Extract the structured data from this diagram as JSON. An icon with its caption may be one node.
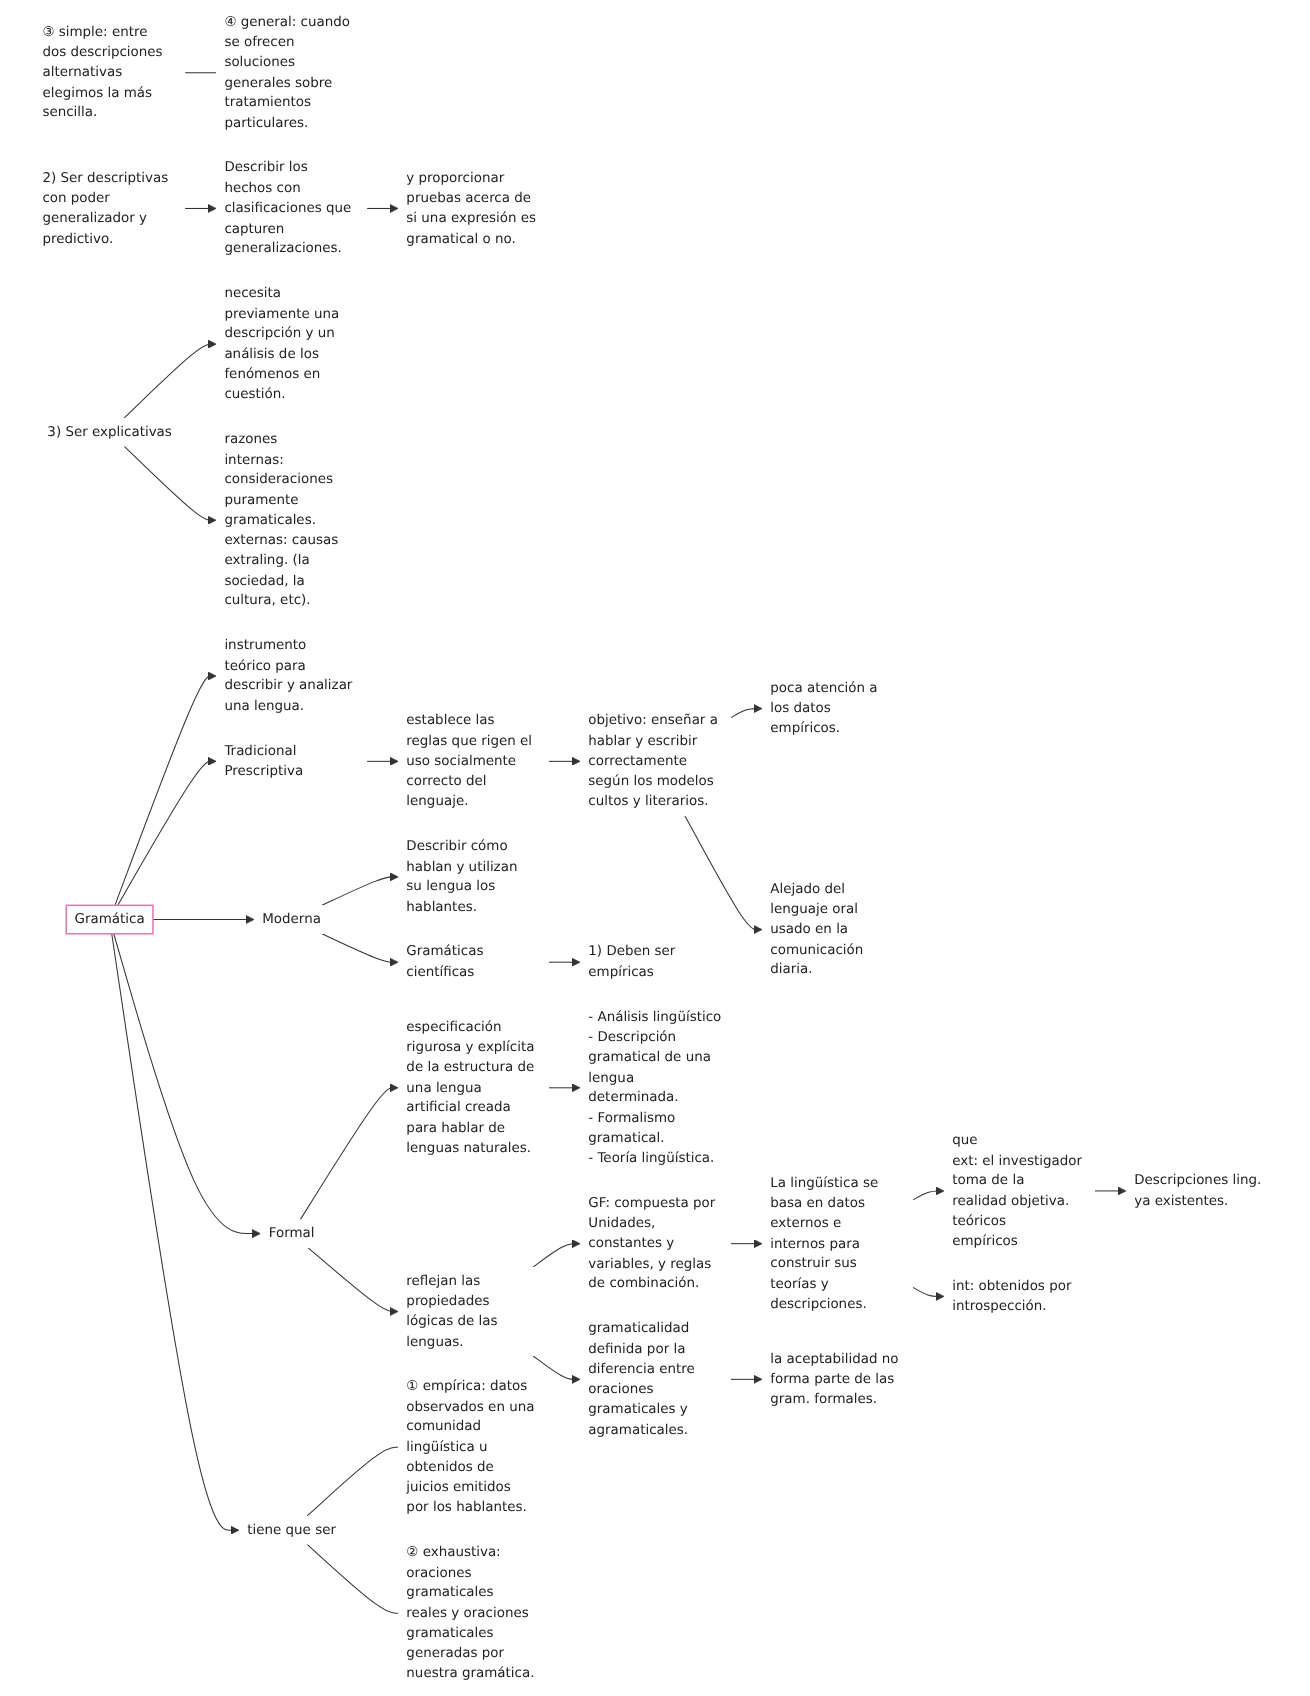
{
  "diagram": {
    "nodes": [
      {
        "text": [
          "Gramática"
        ]
      },
      {
        "text": [
          "instrumento teórico para describir y analizar una lengua."
        ]
      },
      {
        "text": [
          "Tradicional Prescriptiva"
        ]
      },
      {
        "text": [
          "establece las reglas que rigen el uso socialmente correcto del lenguaje."
        ]
      },
      {
        "text": [
          "objetivo: enseñar a hablar y escribir correctamente según los modelos cultos y literarios."
        ]
      },
      {
        "text": [
          "poca atención a los datos empíricos."
        ]
      },
      {
        "text": [
          "Alejado del lenguaje oral usado en la comunicación diaria."
        ]
      },
      {
        "text": [
          "Moderna"
        ]
      },
      {
        "text": [
          "Describir cómo hablan y utilizan su lengua los hablantes."
        ]
      },
      {
        "text": [
          "Describir los hechos con clasificaciones que capturen generalizaciones."
        ]
      },
      {
        "text": [
          "y proporcionar pruebas acerca de si una expresión es gramatical o no."
        ]
      },
      {
        "text": [
          "Gramáticas científicas"
        ]
      },
      {
        "text": [
          "1) Deben ser empíricas"
        ]
      },
      {
        "text": [
          "2) Ser descriptivas con poder generalizador y predictivo."
        ]
      },
      {
        "text": [
          "necesita previamente una descripción y un análisis de los fenómenos en cuestión."
        ]
      },
      {
        "text": [
          "3) Ser explicativas"
        ]
      },
      {
        "text": [
          "razones",
          "internas: consideraciones puramente gramaticales.",
          "externas: causas extraling. (la sociedad, la cultura, etc)."
        ]
      },
      {
        "text": [
          "Formal"
        ]
      },
      {
        "text": [
          "especificación rigurosa y explícita de la estructura de una lengua artificial creada para hablar de lenguas naturales."
        ]
      },
      {
        "text": [
          "- Análisis lingüístico",
          "- Descripción gramatical de una lengua determinada.",
          "- Formalismo gramatical.",
          "- Teoría lingüística."
        ]
      },
      {
        "text": [
          "reflejan las propiedades lógicas de las lenguas."
        ]
      },
      {
        "text": [
          "GF: compuesta por Unidades, constantes y variables, y reglas de combinación."
        ]
      },
      {
        "text": [
          "La lingüística se basa en datos externos e internos para construir sus teorías y descripciones."
        ]
      },
      {
        "text": [
          "que",
          "ext: el investigador toma de la realidad objetiva.",
          "teóricos",
          "empíricos"
        ]
      },
      {
        "text": [
          "int: obtenidos por introspección."
        ]
      },
      {
        "text": [
          "Descripciones ling. ya existentes."
        ]
      },
      {
        "text": [
          "gramaticalidad",
          "definida por la diferencia entre oraciones gramaticales y agramaticales."
        ]
      },
      {
        "text": [
          "la aceptabilidad no forma parte de las gram. formales."
        ]
      },
      {
        "text": [
          "tiene que ser"
        ]
      },
      {
        "text": [
          "① empírica: datos observados en una comunidad lingüística u obtenidos de juicios emitidos por los hablantes."
        ]
      },
      {
        "text": [
          "② exhaustiva: oraciones gramaticales reales y oraciones gramaticales generadas por nuestra gramática."
        ]
      },
      {
        "text": [
          "③ simple: entre dos descripciones alternativas elegimos la más sencilla."
        ]
      },
      {
        "text": [
          "④ general: cuando se ofrecen soluciones generales sobre tratamientos particulares."
        ]
      }
    ],
    "edges": [
      {
        "from": 0,
        "to": 1,
        "arrow": "to"
      },
      {
        "from": 0,
        "to": 2,
        "arrow": "to"
      },
      {
        "from": 2,
        "to": 3,
        "arrow": "to"
      },
      {
        "from": 3,
        "to": 4,
        "arrow": "to"
      },
      {
        "from": 4,
        "to": 5,
        "arrow": "to"
      },
      {
        "from": 4,
        "to": 6,
        "arrow": "to"
      },
      {
        "from": 0,
        "to": 7,
        "arrow": "to"
      },
      {
        "from": 7,
        "to": 8,
        "arrow": "to"
      },
      {
        "from": 7,
        "to": 11,
        "arrow": "to"
      },
      {
        "from": 13,
        "to": 9,
        "arrow": "to"
      },
      {
        "from": 9,
        "to": 10,
        "arrow": "to"
      },
      {
        "from": 11,
        "to": 12,
        "arrow": "to"
      },
      {
        "from": 15,
        "to": 14,
        "arrow": "to"
      },
      {
        "from": 15,
        "to": 16,
        "arrow": "to"
      },
      {
        "from": 0,
        "to": 17,
        "arrow": "to"
      },
      {
        "from": 17,
        "to": 18,
        "arrow": "to"
      },
      {
        "from": 18,
        "to": 19,
        "arrow": "to"
      },
      {
        "from": 17,
        "to": 20,
        "arrow": "to"
      },
      {
        "from": 20,
        "to": 21,
        "arrow": "to"
      },
      {
        "from": 21,
        "to": 22,
        "arrow": "to"
      },
      {
        "from": 22,
        "to": 23,
        "arrow": "to"
      },
      {
        "from": 22,
        "to": 24,
        "arrow": "to"
      },
      {
        "from": 23,
        "to": 25,
        "arrow": "to"
      },
      {
        "from": 20,
        "to": 26,
        "arrow": "to"
      },
      {
        "from": 26,
        "to": 27,
        "arrow": "to"
      },
      {
        "from": 0,
        "to": 28,
        "arrow": "to"
      },
      {
        "from": 28,
        "to": 29,
        "arrow": "none"
      },
      {
        "from": 28,
        "to": 30,
        "arrow": "none"
      },
      {
        "from": 31,
        "to": 32,
        "arrow": "none"
      }
    ]
  }
}
